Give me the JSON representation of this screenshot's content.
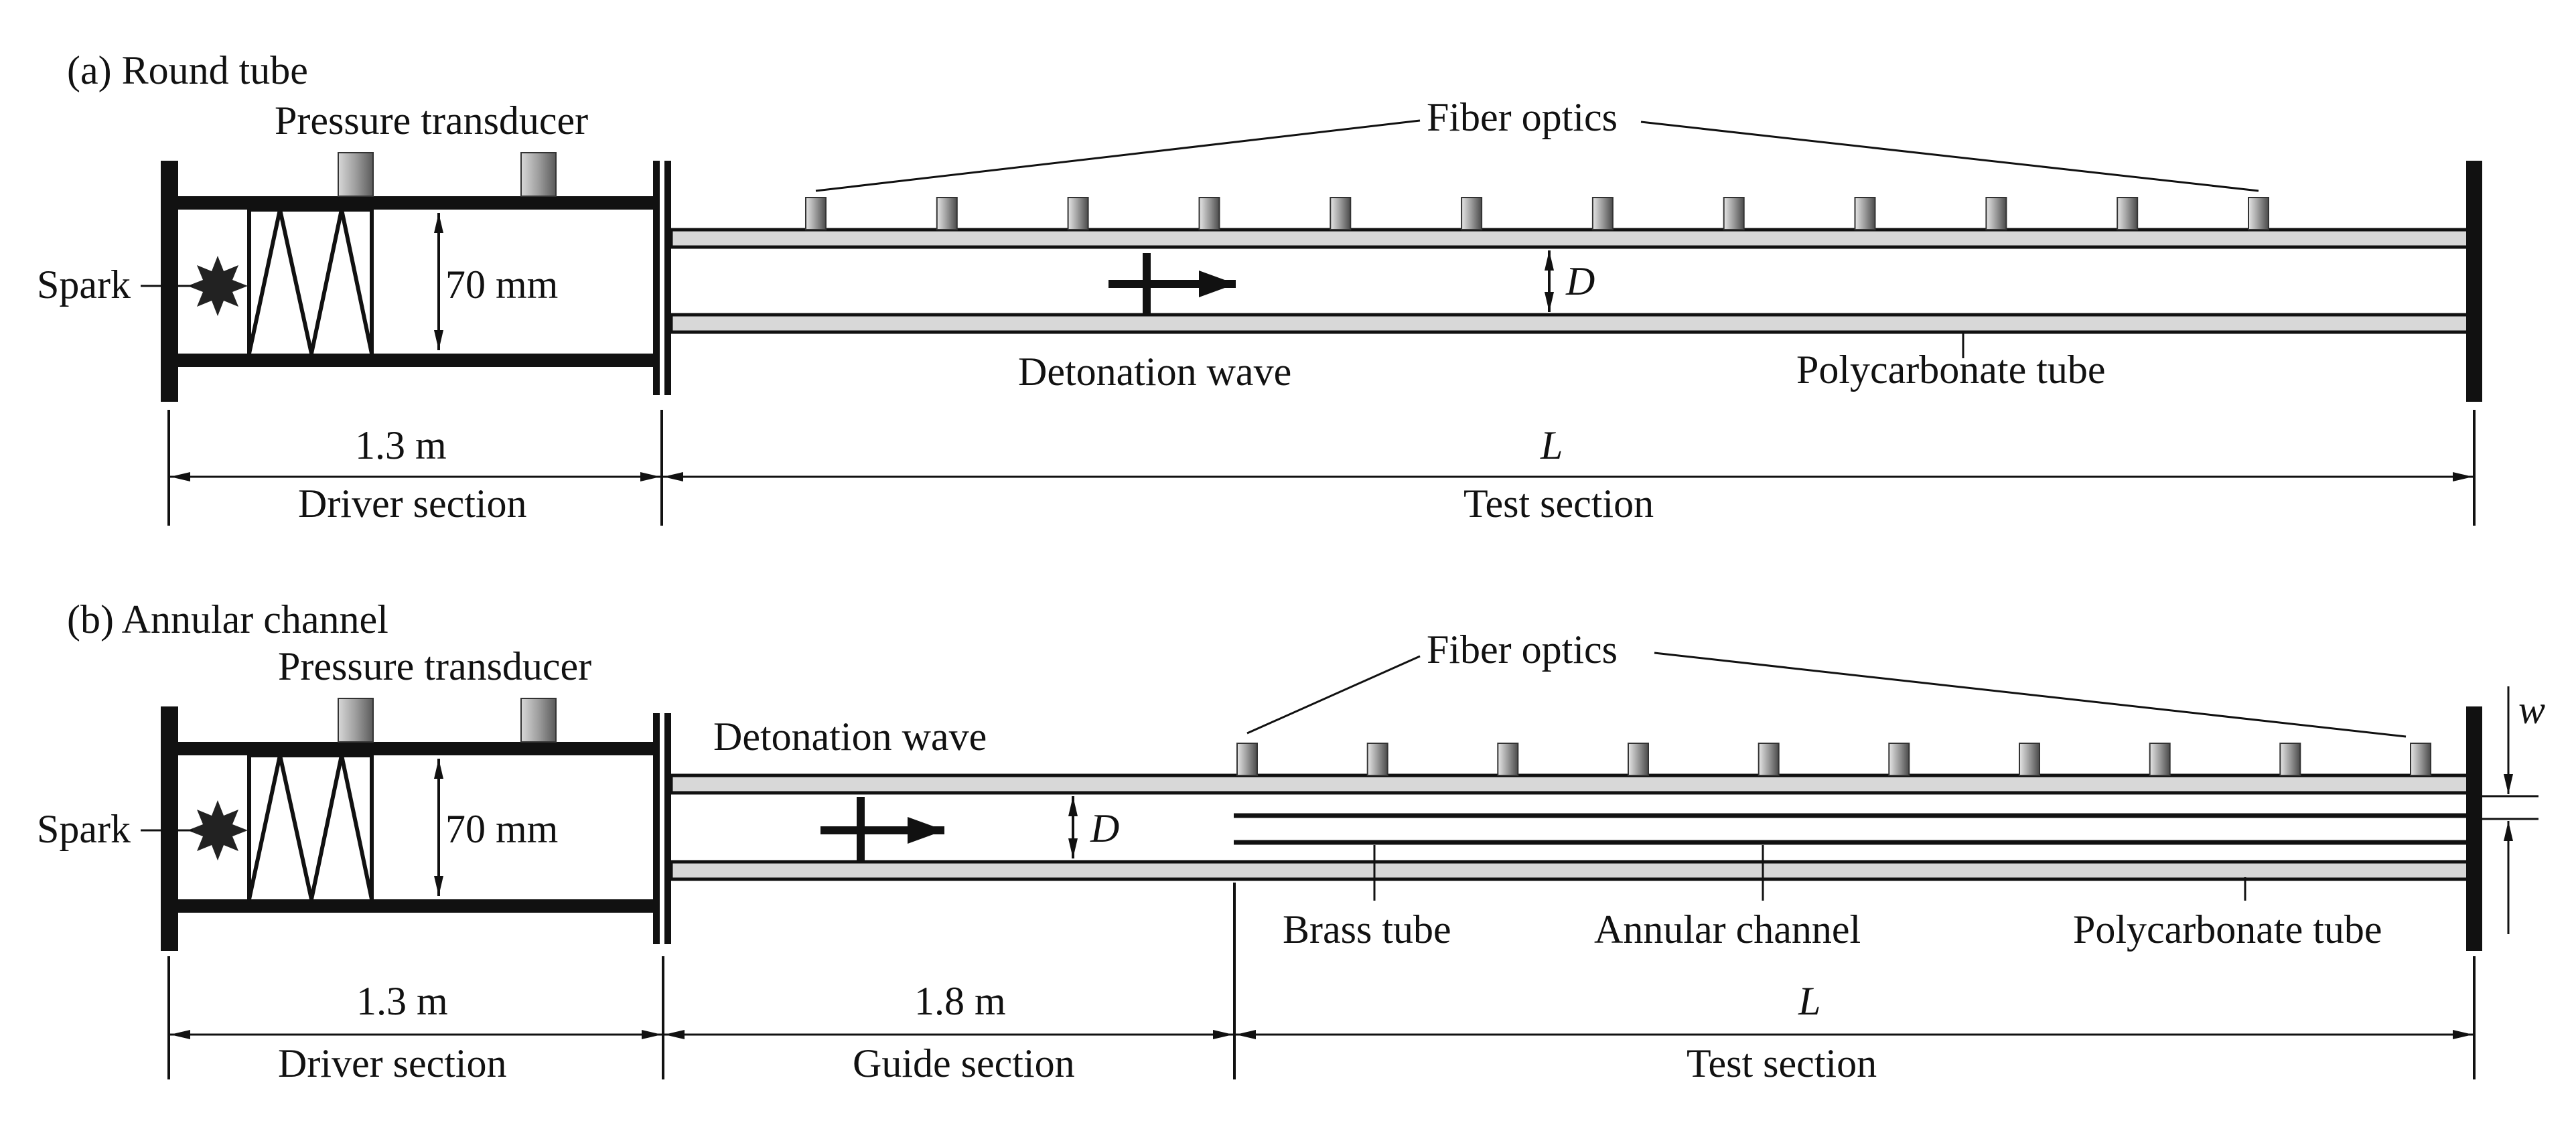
{
  "panel_a": {
    "title": "(a) Round tube",
    "pressure_transducer": "Pressure transducer",
    "fiber_optics": "Fiber optics",
    "spark": "Spark",
    "driver_diameter": "70 mm",
    "tube_diameter_symbol": "D",
    "detonation_wave": "Detonation wave",
    "polycarbonate_tube": "Polycarbonate tube",
    "driver_length": "1.3 m",
    "test_length_symbol": "L",
    "driver_section": "Driver section",
    "test_section": "Test section",
    "fiber_optic_count": 12
  },
  "panel_b": {
    "title": "(b) Annular channel",
    "pressure_transducer": "Pressure transducer",
    "fiber_optics": "Fiber optics",
    "spark": "Spark",
    "driver_diameter": "70 mm",
    "detonation_wave": "Detonation wave",
    "tube_diameter_symbol": "D",
    "width_symbol": "w",
    "brass_tube": "Brass tube",
    "annular_channel": "Annular channel",
    "polycarbonate_tube": "Polycarbonate tube",
    "driver_length": "1.3 m",
    "guide_length": "1.8 m",
    "test_length_symbol": "L",
    "driver_section": "Driver section",
    "guide_section": "Guide section",
    "test_section": "Test section",
    "fiber_optic_count": 10
  }
}
